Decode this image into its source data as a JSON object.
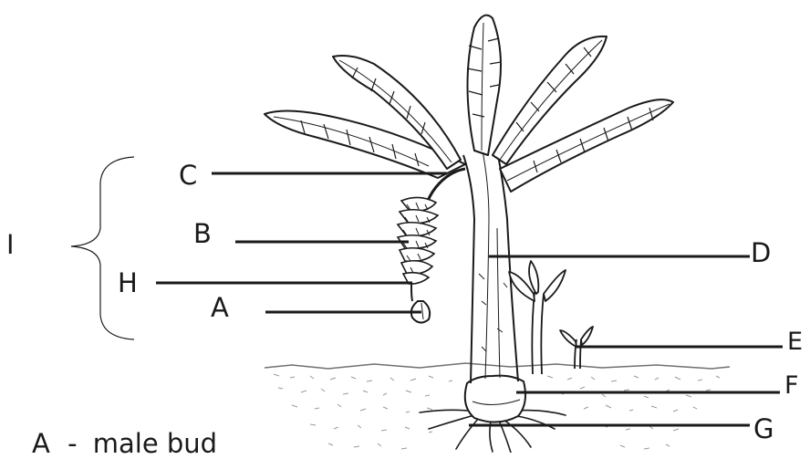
{
  "diagram": {
    "labels": {
      "A": "A",
      "B": "B",
      "C": "C",
      "D": "D",
      "E": "E",
      "F": "F",
      "G": "G",
      "H": "H",
      "I": "I"
    },
    "key": {
      "letter": "A",
      "separator": "-",
      "meaning": "male bud"
    }
  },
  "colors": {
    "ink": "#1a1a1a",
    "soil": "#9a9a9a",
    "background": "#ffffff"
  }
}
